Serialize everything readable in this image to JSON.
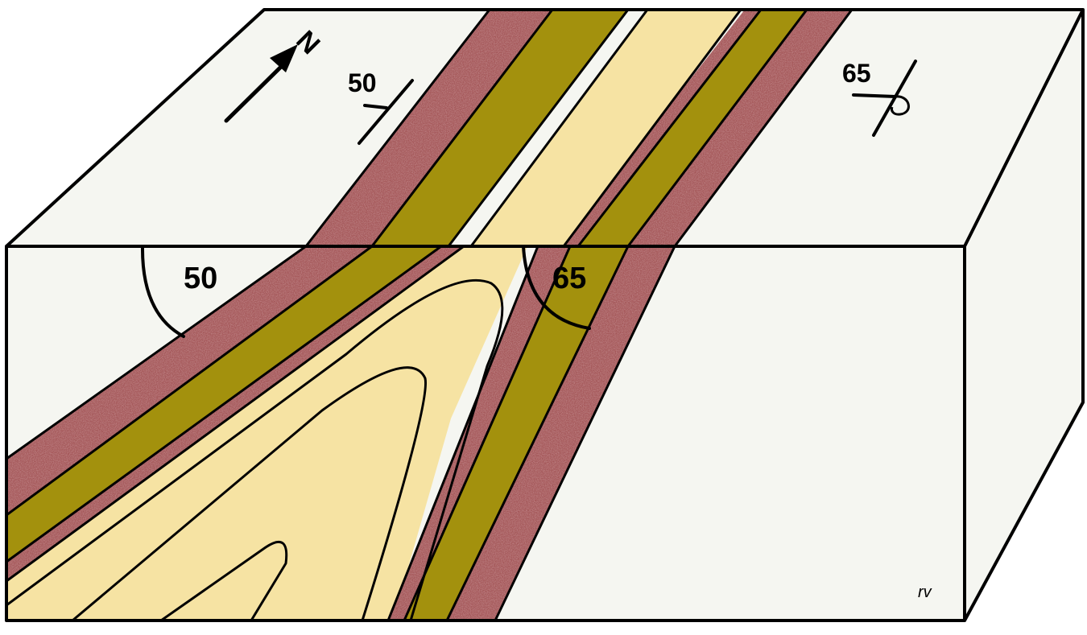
{
  "north_label": "N",
  "top_surface": {
    "strike_dip_left": "50",
    "strike_dip_right": "65"
  },
  "front_face": {
    "dip_angle_left": "50",
    "dip_angle_right": "65"
  },
  "signature": "rv",
  "colors": {
    "background": "#f5f6f1",
    "red_bed": "#a5585a",
    "olive_bed": "#a3910d",
    "cream_bed": "#f6e3a3",
    "outline": "#000000"
  }
}
